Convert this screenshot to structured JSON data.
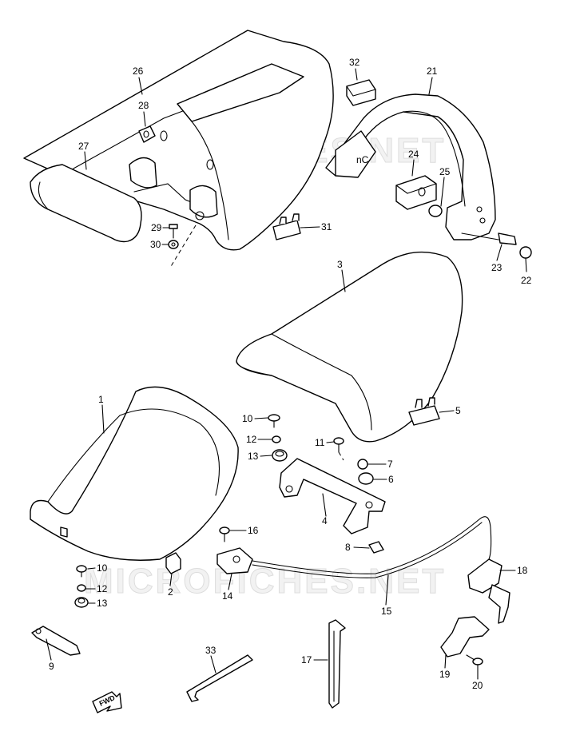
{
  "diagram": {
    "watermark": "MICROFICHES.NET",
    "fwd_label": "FWD",
    "callouts": {
      "p1": "1",
      "p2": "2",
      "p3": "3",
      "p4": "4",
      "p5": "5",
      "p6": "6",
      "p7": "7",
      "p8": "8",
      "p9": "9",
      "p10a": "10",
      "p10b": "10",
      "p11": "11",
      "p12a": "12",
      "p12b": "12",
      "p13a": "13",
      "p13b": "13",
      "p14": "14",
      "p15": "15",
      "p16": "16",
      "p17": "17",
      "p18": "18",
      "p19": "19",
      "p20": "20",
      "p21": "21",
      "p22": "22",
      "p23": "23",
      "p24": "24",
      "p25": "25",
      "p26": "26",
      "p27": "27",
      "p28": "28",
      "p29": "29",
      "p30": "30",
      "p31": "31",
      "p32": "32",
      "p33": "33"
    }
  }
}
